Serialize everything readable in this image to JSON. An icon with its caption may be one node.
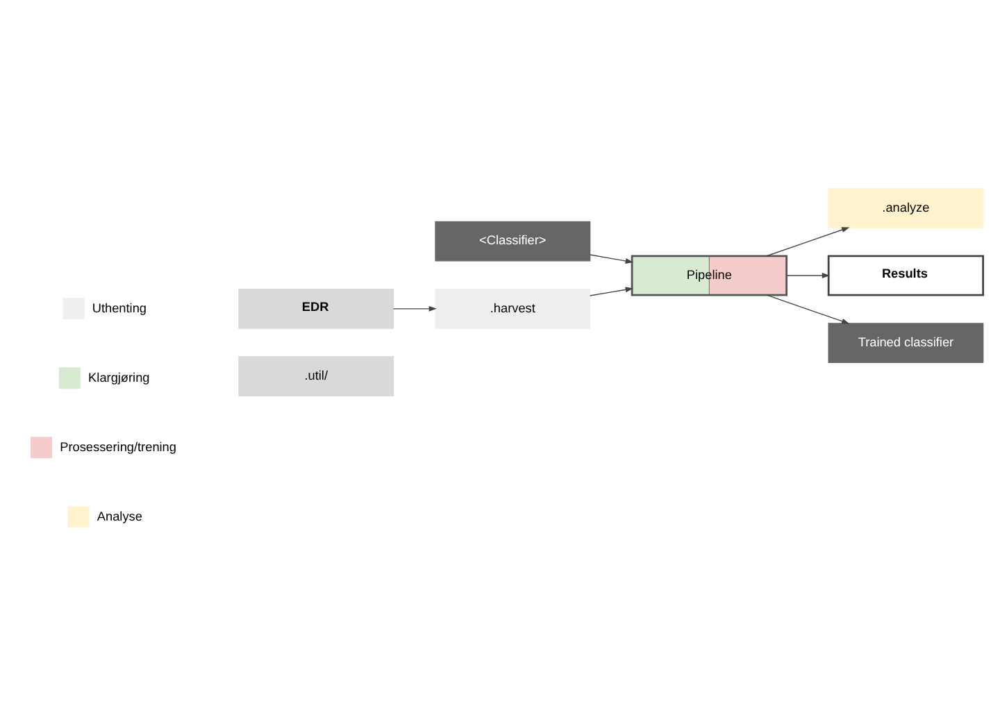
{
  "diagram": {
    "nodes": [
      {
        "text": [
          ".util/"
        ]
      },
      {
        "text": [
          "EDR"
        ]
      },
      {
        "text": [
          ".harvest"
        ]
      },
      {
        "text": [
          "Pipeline"
        ]
      },
      {
        "text": [
          "<Classifier>"
        ]
      },
      {
        "text": [
          ".analyze"
        ]
      },
      {
        "text": [
          "Results"
        ]
      },
      {
        "text": [
          "Trained classifier"
        ]
      }
    ],
    "edges": [
      {
        "from": 1,
        "to": 2,
        "arrow": "to"
      },
      {
        "from": 2,
        "to": 3,
        "arrow": "to"
      },
      {
        "from": 4,
        "to": 3,
        "arrow": "to"
      },
      {
        "from": 3,
        "to": 5,
        "arrow": "to"
      },
      {
        "from": 3,
        "to": 6,
        "arrow": "to"
      },
      {
        "from": 3,
        "to": 7,
        "arrow": "to"
      }
    ],
    "legend": [
      {
        "text": "Uthenting",
        "color": "#efefef"
      },
      {
        "text": "Klargjøring",
        "color": "#d9ead3"
      },
      {
        "text": "Prosessering/trening",
        "color": "#f4cccc"
      },
      {
        "text": "Analyse",
        "color": "#fff2cc"
      }
    ]
  }
}
